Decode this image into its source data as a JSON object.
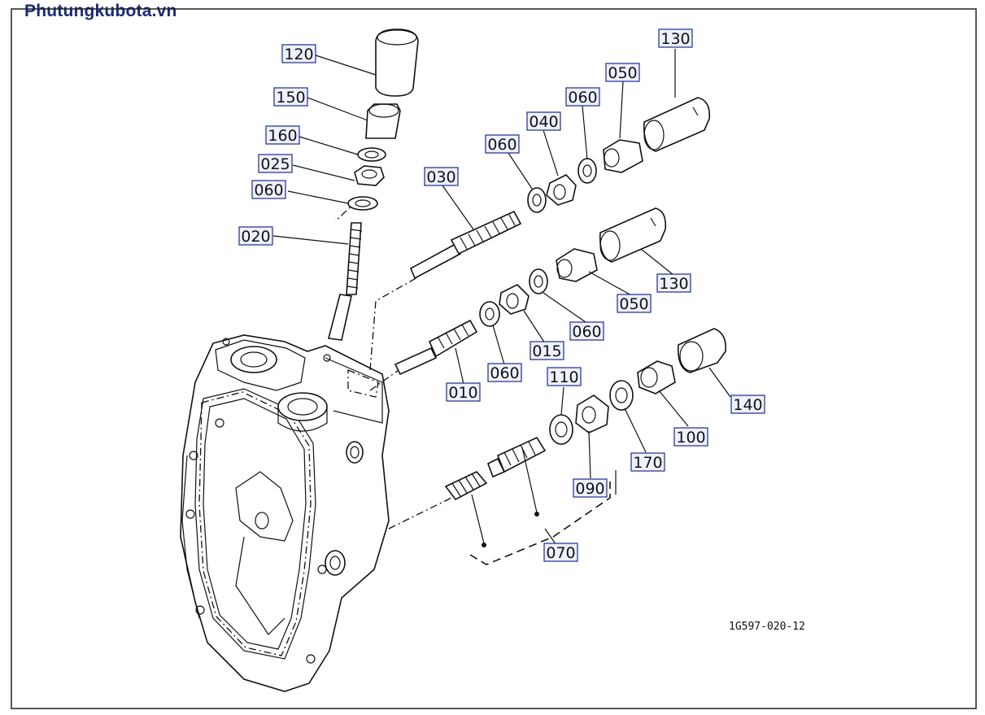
{
  "watermark": "Phutungkubota.vn",
  "drawing_code": "1G597-020-12",
  "callouts": [
    {
      "id": "c120a",
      "text": "120"
    },
    {
      "id": "c150",
      "text": "150"
    },
    {
      "id": "c160",
      "text": "160"
    },
    {
      "id": "c025",
      "text": "025"
    },
    {
      "id": "c060a",
      "text": "060"
    },
    {
      "id": "c020",
      "text": "020"
    },
    {
      "id": "c030",
      "text": "030"
    },
    {
      "id": "c060b",
      "text": "060"
    },
    {
      "id": "c040",
      "text": "040"
    },
    {
      "id": "c060c",
      "text": "060"
    },
    {
      "id": "c050a",
      "text": "050"
    },
    {
      "id": "c130a",
      "text": "130"
    },
    {
      "id": "c130b",
      "text": "130"
    },
    {
      "id": "c050b",
      "text": "050"
    },
    {
      "id": "c060d",
      "text": "060"
    },
    {
      "id": "c015",
      "text": "015"
    },
    {
      "id": "c060e",
      "text": "060"
    },
    {
      "id": "c010",
      "text": "010"
    },
    {
      "id": "c110",
      "text": "110"
    },
    {
      "id": "c140",
      "text": "140"
    },
    {
      "id": "c100",
      "text": "100"
    },
    {
      "id": "c170",
      "text": "170"
    },
    {
      "id": "c090",
      "text": "090"
    },
    {
      "id": "c070",
      "text": "070"
    }
  ]
}
